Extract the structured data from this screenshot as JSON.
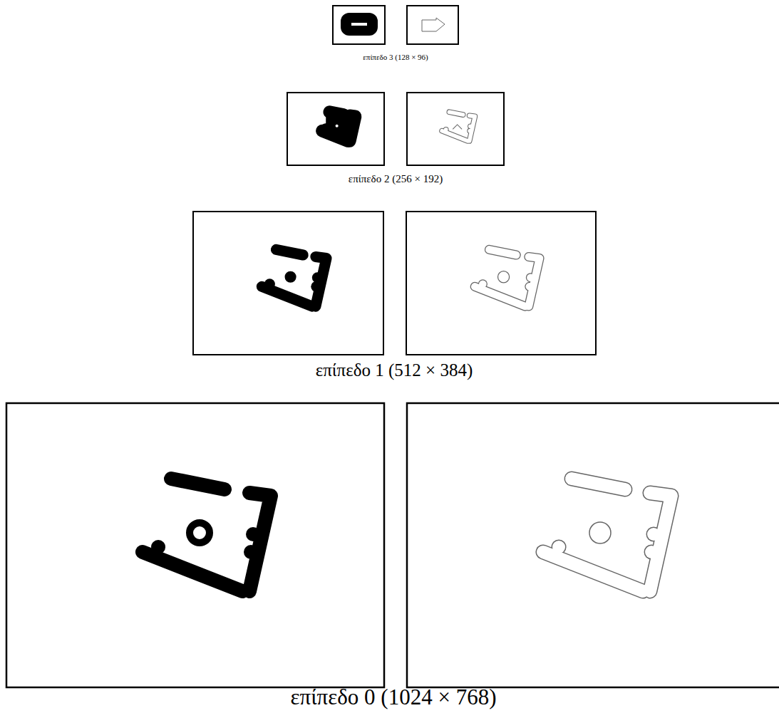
{
  "diagram": {
    "labels": [
      "επίπεδο 3 (128 × 96)",
      "επίπεδο 2 (256 × 192)",
      "επίπεδο 1 (512 × 384)",
      "επίπεδο 0 (1024 × 768)"
    ]
  }
}
